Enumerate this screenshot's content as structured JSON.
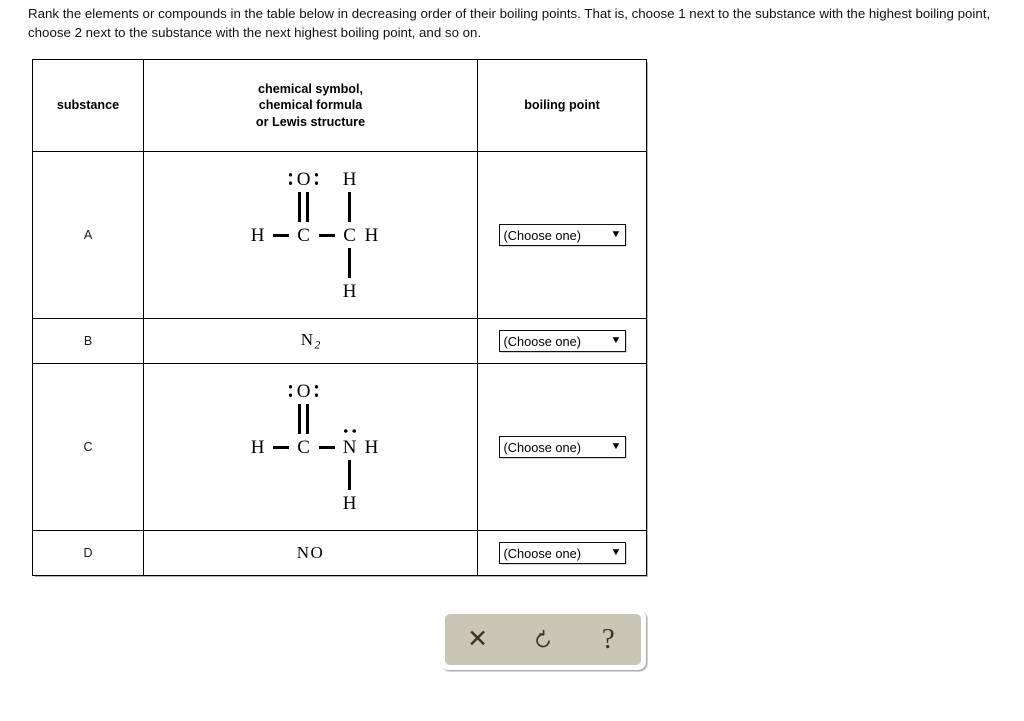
{
  "prompt": {
    "text": "Rank the elements or compounds in the table below in decreasing order of their boiling points. That is, choose 1 next to the substance with the highest boiling point, choose 2 next to the substance with the next highest boiling point, and so on."
  },
  "table": {
    "headers": {
      "substance": "substance",
      "formula_line1": "chemical symbol,",
      "formula_line2": "chemical formula",
      "formula_line3": "or Lewis structure",
      "boiling_point": "boiling point"
    },
    "rows": [
      {
        "substance": "A",
        "formula_type": "lewis",
        "formula_name": "acetaldehyde-lewis-structure",
        "atoms": {
          "o": "O",
          "h_top_right": "H",
          "h_left": "H",
          "c1": "C",
          "c2": "C",
          "h_right": "H",
          "h_bottom": "H"
        },
        "select_value": "(Choose one)"
      },
      {
        "substance": "B",
        "formula_type": "plain",
        "formula_name": "nitrogen-formula",
        "formula_main": "N",
        "formula_sub": "2",
        "select_value": "(Choose one)"
      },
      {
        "substance": "C",
        "formula_type": "lewis",
        "formula_name": "formamide-lewis-structure",
        "atoms": {
          "o": "O",
          "h_left": "H",
          "c1": "C",
          "n": "N",
          "h_right": "H",
          "h_bottom": "H"
        },
        "select_value": "(Choose one)"
      },
      {
        "substance": "D",
        "formula_type": "plain",
        "formula_name": "nitric-oxide-formula",
        "formula_main": "NO",
        "formula_sub": "",
        "select_value": "(Choose one)"
      }
    ]
  },
  "select": {
    "placeholder": "(Choose one)",
    "chevron": "⌄"
  },
  "toolbar": {
    "clear_label": "✕",
    "reset_label": "↺",
    "help_label": "?",
    "background_color": "#c9c6b5",
    "icon_color": "#3b3526"
  }
}
